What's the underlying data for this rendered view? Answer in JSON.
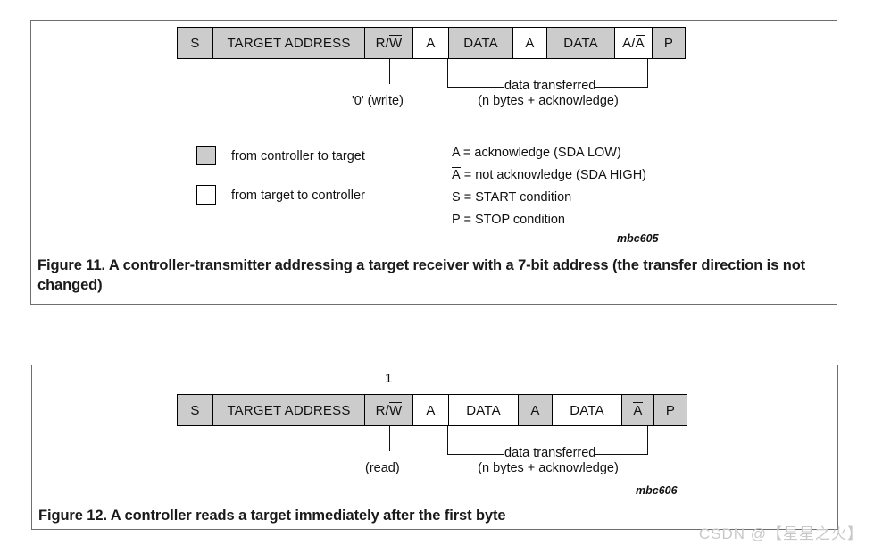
{
  "figure11": {
    "frame_cells": [
      {
        "label": "S",
        "fill": "gray",
        "width": 40
      },
      {
        "label": "TARGET ADDRESS",
        "fill": "gray",
        "width": 170
      },
      {
        "label": "R/W",
        "fill": "gray",
        "width": 54,
        "overline": "W"
      },
      {
        "label": "A",
        "fill": "white",
        "width": 40
      },
      {
        "label": "DATA",
        "fill": "gray",
        "width": 72
      },
      {
        "label": "A",
        "fill": "white",
        "width": 38
      },
      {
        "label": "DATA",
        "fill": "gray",
        "width": 76
      },
      {
        "label": "A/A",
        "fill": "white",
        "width": 42,
        "overline": "A2"
      },
      {
        "label": "P",
        "fill": "gray",
        "width": 38
      }
    ],
    "rw_note": "'0' (write)",
    "bracket_label_line1": "data transferred",
    "bracket_label_line2": "(n bytes + acknowledge)",
    "legend_items": [
      {
        "fill": "gray",
        "text": "from controller to target"
      },
      {
        "fill": "white",
        "text": "from target to controller"
      }
    ],
    "definitions": [
      {
        "symbol": "A",
        "overline": false,
        "text": "= acknowledge (SDA LOW)"
      },
      {
        "symbol": "A",
        "overline": true,
        "text": "= not acknowledge (SDA HIGH)"
      },
      {
        "symbol": "S",
        "overline": false,
        "text": "= START condition"
      },
      {
        "symbol": "P",
        "overline": false,
        "text": "= STOP condition"
      }
    ],
    "artwork_id": "mbc605",
    "caption": "Figure 11.  A controller-transmitter addressing a target receiver with a 7-bit address (the transfer direction is not changed)"
  },
  "figure12": {
    "rw_bit_label": "1",
    "frame_cells": [
      {
        "label": "S",
        "fill": "gray",
        "width": 40
      },
      {
        "label": "TARGET ADDRESS",
        "fill": "gray",
        "width": 170
      },
      {
        "label": "R/W",
        "fill": "gray",
        "width": 54,
        "overline": "W"
      },
      {
        "label": "A",
        "fill": "white",
        "width": 40
      },
      {
        "label": "DATA",
        "fill": "white",
        "width": 78
      },
      {
        "label": "A",
        "fill": "gray",
        "width": 38
      },
      {
        "label": "DATA",
        "fill": "white",
        "width": 78
      },
      {
        "label": "A",
        "fill": "gray",
        "width": 36,
        "overline": "A1"
      },
      {
        "label": "P",
        "fill": "gray",
        "width": 38
      }
    ],
    "rw_note": "(read)",
    "bracket_label_line1": "data transferred",
    "bracket_label_line2": "(n bytes + acknowledge)",
    "artwork_id": "mbc606",
    "caption": "Figure 12.  A controller reads a target immediately after the first byte"
  },
  "watermark": "CSDN @【星星之火】",
  "colors": {
    "controller_fill": "#cccccc",
    "target_fill": "#ffffff",
    "stroke": "#000000",
    "box_border": "#6e6e6e",
    "watermark": "#c9c9c9"
  }
}
